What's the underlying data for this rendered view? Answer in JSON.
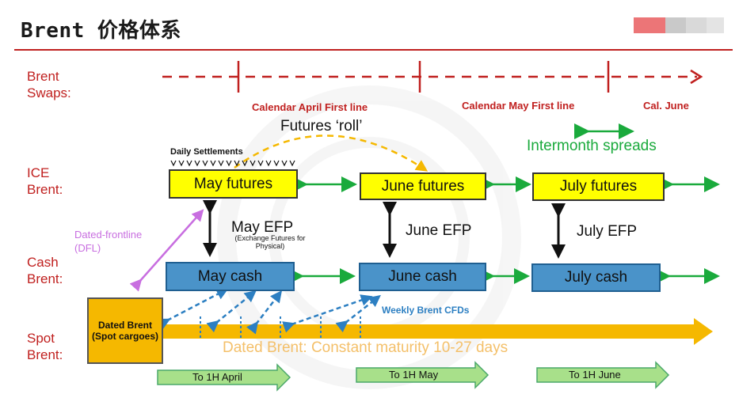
{
  "title": "Brent 价格体系",
  "rows": {
    "swaps": "Brent Swaps:",
    "ice": "ICE Brent:",
    "cash": "Cash Brent:",
    "spot": "Spot Brent:"
  },
  "swap_lines": {
    "april": "Calendar April First line",
    "may": "Calendar May First line",
    "june": "Cal. June"
  },
  "futures_roll": "Futures ‘roll’",
  "daily_settlements": "Daily Settlements",
  "intermonth_spreads": "Intermonth spreads",
  "futures": [
    "May futures",
    "June futures",
    "July futures"
  ],
  "cash": [
    "May cash",
    "June cash",
    "July cash"
  ],
  "efp": {
    "may": "May EFP",
    "may_note": "(Exchange Futures for Physical)",
    "june": "June EFP",
    "july": "July EFP"
  },
  "dfl": "Dated-frontline (DFL)",
  "dated_box": "Dated Brent (Spot cargoes)",
  "weekly_cfds": "Weekly Brent CFDs",
  "dated_constant": "Dated Brent: Constant maturity 10-27 days",
  "to_1h": [
    "To 1H April",
    "To 1H May",
    "To 1H June"
  ],
  "colors": {
    "red": "#c0201f",
    "yellow": "#ffff00",
    "cash_blue": "#4a93c9",
    "green": "#1aaa3c",
    "orange": "#f5b800",
    "purple": "#c86ee0",
    "cfd_blue": "#2c7fc2"
  }
}
